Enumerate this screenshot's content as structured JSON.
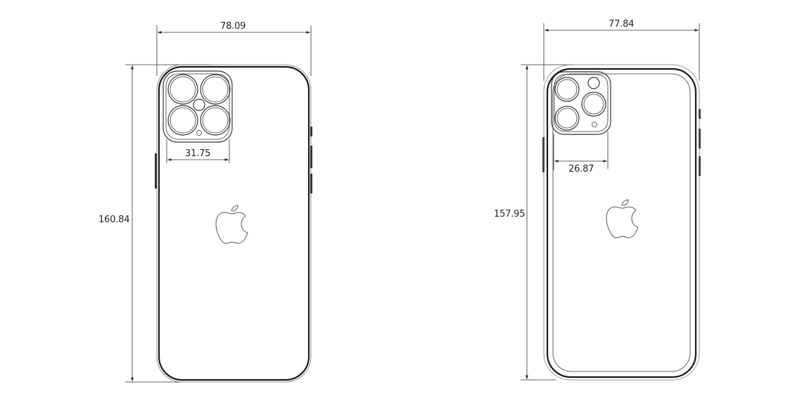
{
  "diagram": {
    "type": "technical-dimension-drawing",
    "units_implied": "mm",
    "phones": [
      {
        "name": "left-phone",
        "camera_count": 4,
        "dimensions": {
          "width": "78.09",
          "height": "160.84",
          "camera_module_width": "31.75"
        }
      },
      {
        "name": "right-phone",
        "camera_count": 3,
        "dimensions": {
          "width": "77.84",
          "height": "157.95",
          "camera_module_width": "26.87"
        }
      }
    ],
    "colors": {
      "line": "#1a1a1a",
      "background": "#ffffff"
    }
  }
}
